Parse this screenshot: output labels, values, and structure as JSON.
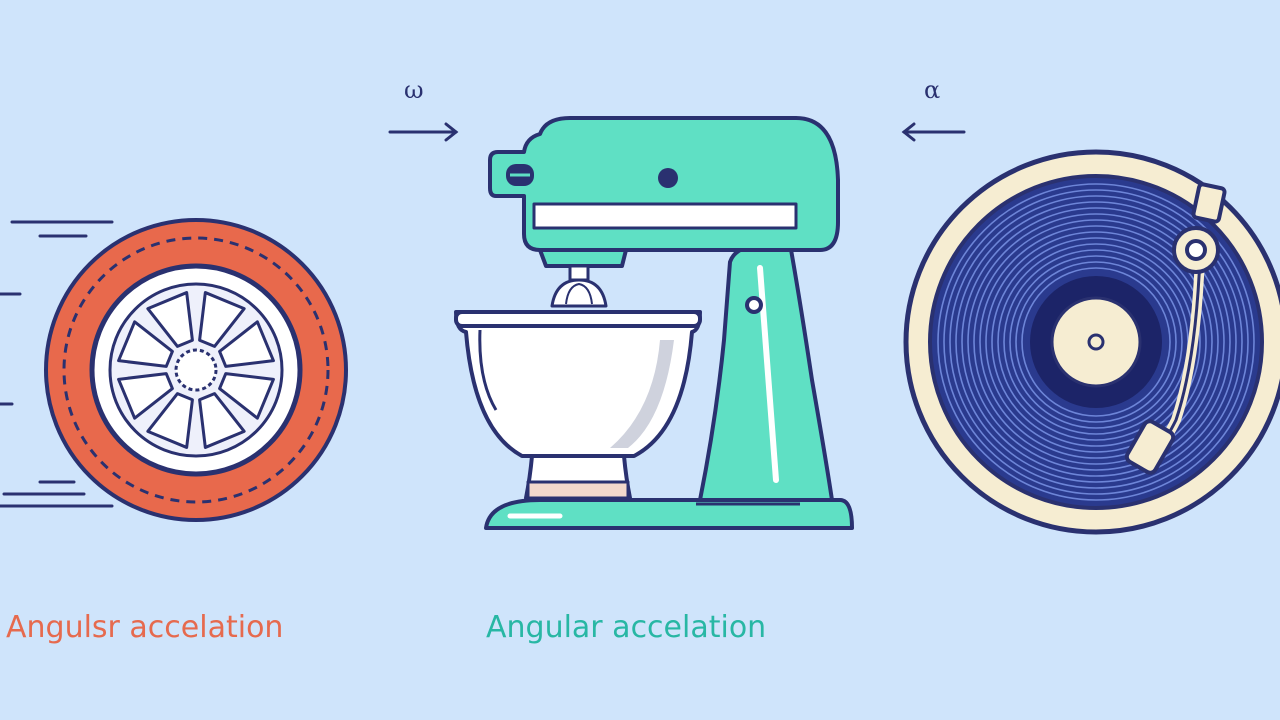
{
  "symbols": {
    "omega": "ω",
    "alpha": "α"
  },
  "captions": {
    "left": "Angulsr accelation",
    "center": "Angular accelation"
  },
  "illustrations": {
    "left": "wheel",
    "center": "stand-mixer",
    "right": "vinyl-record-turntable"
  },
  "colors": {
    "background": "#cfe4fb",
    "outline": "#2a3170",
    "wheel_tire": "#e8694c",
    "mixer_body": "#5fe0c4",
    "record_vinyl": "#2a3a8e",
    "record_rim": "#f6edd2",
    "caption_left": "#e66a4e",
    "caption_center": "#28b7a4"
  }
}
